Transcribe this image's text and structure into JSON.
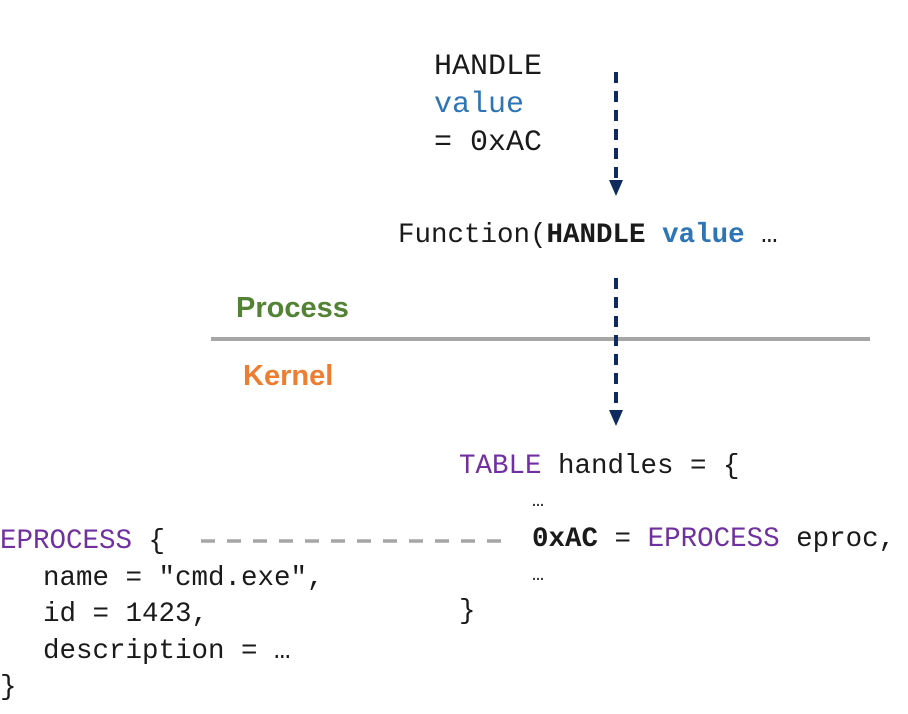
{
  "top_line": {
    "type_kw": "HANDLE",
    "var_name": "value",
    "assign": "= 0xAC"
  },
  "function_line": {
    "prefix": "Function(",
    "type_kw": "HANDLE",
    "var_name": "value",
    "suffix": "…"
  },
  "boundary": {
    "upper_label": "Process",
    "lower_label": "Kernel",
    "upper_color": "#548235",
    "lower_color": "#ed7d31"
  },
  "handle_table": {
    "type_kw": "TABLE",
    "decl": "handles = {",
    "ellipsis_before": "…",
    "entry_key": "0xAC",
    "entry_eq": "=",
    "entry_type": "EPROCESS",
    "entry_value": "eproc,",
    "ellipsis_after": "…",
    "close": "}"
  },
  "eprocess": {
    "type_kw": "EPROCESS",
    "open": "{",
    "fields": [
      "name = \"cmd.exe\",",
      "id = 1423,",
      "description = …"
    ],
    "close": "}"
  },
  "colors": {
    "keyword_blue": "#2e75b6",
    "type_purple": "#7030a0",
    "arrow_navy": "#0f2a5e",
    "divider_gray": "#a6a6a6",
    "connector_gray": "#a6a6a6"
  }
}
